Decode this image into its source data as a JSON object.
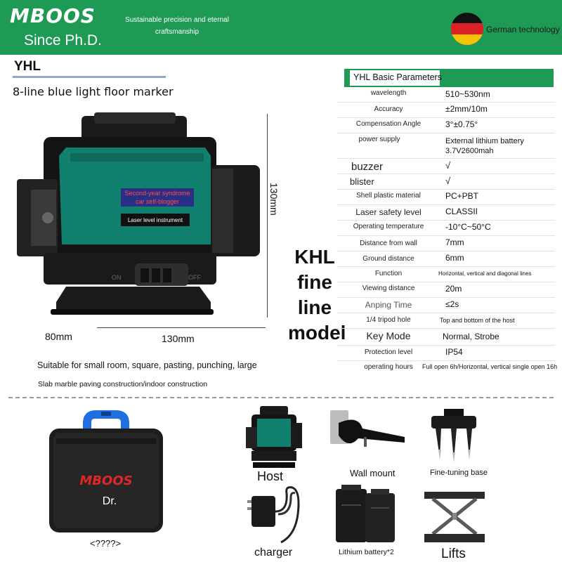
{
  "header": {
    "logo": "MBOOS",
    "since": "Since Ph.D.",
    "tagline": "Sustainable precision and eternal craftsmanship",
    "german": "German technology",
    "flag_colors": [
      "#111111",
      "#dd1f26",
      "#f5c400"
    ],
    "band_color": "#1e9a55"
  },
  "left": {
    "model_code": "YHL",
    "subtitle": "8-line blue light floor marker",
    "dims": {
      "height": "130mm",
      "depth": "80mm",
      "width": "130mm"
    },
    "panel_label_1": "Second-year syndrome car self-blogger",
    "panel_label_2": "Laser level instrument",
    "switch_on": "ON",
    "switch_off": "OFF",
    "desc1": "Suitable for small room, square, pasting, punching, large",
    "desc2": "Slab marble paving construction/indoor construction",
    "khl": "KHL fine line model"
  },
  "params": {
    "title": "YHL Basic Parameters",
    "rows": [
      {
        "label": "wavelength",
        "value": "510~530nm"
      },
      {
        "label": "Accuracy",
        "value": "±2mm/10m"
      },
      {
        "label": "Compensation Angle",
        "value": "3°±0.75°"
      },
      {
        "label": "power supply",
        "value": "External lithium battery 3.7V2600mah"
      },
      {
        "label": "buzzer",
        "value": "√"
      },
      {
        "label": "blister",
        "value": "√"
      },
      {
        "label": "Shell plastic material",
        "value": "PC+PBT"
      },
      {
        "label": "Laser safety level",
        "value": "CLASSII"
      },
      {
        "label": "Operating temperature",
        "value": "-10°C~50°C"
      },
      {
        "label": "Distance from wall",
        "value": "7mm"
      },
      {
        "label": "Ground distance",
        "value": "6mm"
      },
      {
        "label": "Function",
        "value": "Horizontal, vertical and diagonal lines"
      },
      {
        "label": "Viewing distance",
        "value": "20m"
      },
      {
        "label": "Anping Time",
        "value": "≤2s"
      },
      {
        "label": "1/4 tripod hole",
        "value": "Top and bottom of the host"
      },
      {
        "label": "Key Mode",
        "value": "Normal, Strobe"
      },
      {
        "label": "Protection level",
        "value": "IP54"
      },
      {
        "label": "operating hours",
        "value": "Full open 6h/Horizontal, vertical single open 16h"
      }
    ]
  },
  "accessories": {
    "case_logo": "MBOOS",
    "case_text": "Dr.",
    "case_code": "<????>",
    "host": "Host",
    "wall_mount": "Wall mount",
    "base": "Fine-tuning base",
    "charger": "charger",
    "battery": "Lithium battery*2",
    "lifts": "Lifts"
  }
}
